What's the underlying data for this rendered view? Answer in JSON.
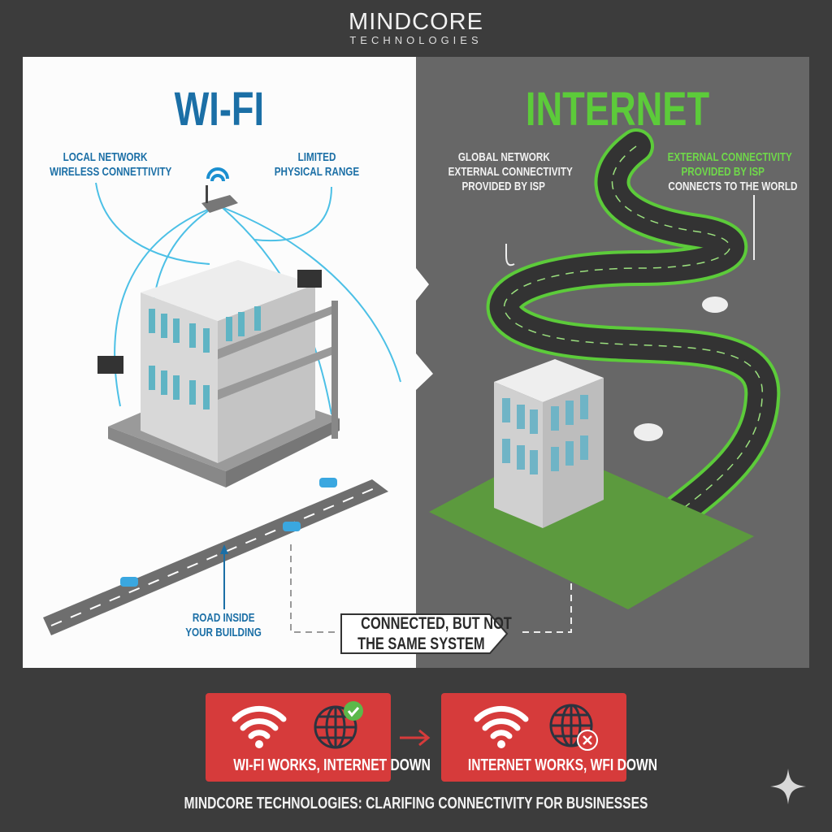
{
  "brand": {
    "name": "MINDCORE",
    "sub": "TECHNOLOGIES"
  },
  "wifi": {
    "title": "WI-FI",
    "label_left": [
      "LOCAL NETWORK",
      "WIRELESS CONNETTIVITY"
    ],
    "label_right": [
      "LIMITED",
      "PHYSICAL RANGE"
    ],
    "road_label": [
      "ROAD INSIDE",
      "YOUR BUILDING"
    ]
  },
  "internet": {
    "title": "INTERNET",
    "label_left": [
      "GLOBAL NETWORK",
      "EXTERNAL CONNECTIVITY",
      "PROVIDED BY ISP"
    ],
    "label_right_green": [
      "EXTERNAL CONNECTIVITY",
      "PROVIDED BY ISP"
    ],
    "label_right_white": "CONNECTS TO THE WORLD"
  },
  "callout": [
    "CONNECTED, BUT NOT",
    "THE SAME SYSTEM"
  ],
  "cards": [
    {
      "label": "WI-FI WORKS, INTERNET DOWN",
      "status_icon": "check-icon"
    },
    {
      "label": "INTERNET WORKS, WFI DOWN",
      "status_icon": "x-circle-icon"
    }
  ],
  "caption": "MINDCORE TECHNOLOGIES: CLARIFING CONNECTIVITY FOR BUSINESSES",
  "colors": {
    "wifi_blue": "#1b6fa6",
    "internet_green": "#5ccb3a",
    "card_red": "#d63b3b",
    "bg": "#3c3c3c",
    "panel_gray": "#676767"
  }
}
